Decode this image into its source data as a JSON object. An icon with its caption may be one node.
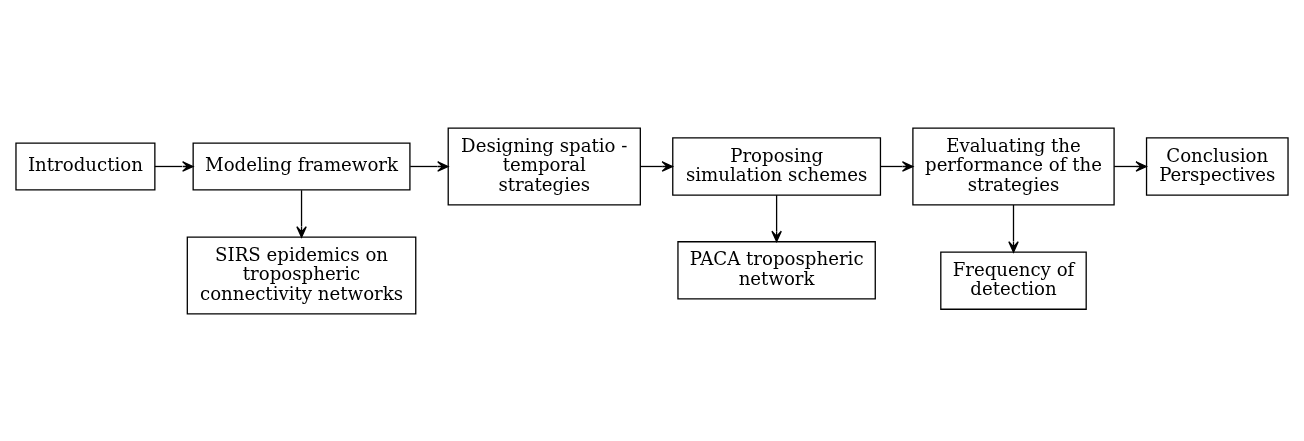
{
  "diagram": {
    "nodes": [
      {
        "text": [
          "Introduction"
        ]
      },
      {
        "text": [
          "Modeling framework"
        ]
      },
      {
        "text": [
          "Designing spatio - temporal strategies"
        ]
      },
      {
        "text": [
          "Proposing simulation schemes"
        ]
      },
      {
        "text": [
          "PACA tropospheric network"
        ]
      },
      {
        "text": [
          "Evaluating the performance of the strategies"
        ]
      },
      {
        "text": [
          "Conclusion Perspectives"
        ]
      },
      {
        "text": [
          "SIRS epidemics on tropospheric connectivity networks"
        ]
      },
      {
        "text": [
          "Frequency of detection"
        ]
      }
    ],
    "edges": [
      {
        "from": 0,
        "to": 1,
        "arrow": "to"
      },
      {
        "from": 1,
        "to": 2,
        "arrow": "to"
      },
      {
        "from": 2,
        "to": 3,
        "arrow": "to"
      },
      {
        "from": 3,
        "to": 5,
        "arrow": "to"
      },
      {
        "from": 5,
        "to": 6,
        "arrow": "to"
      },
      {
        "from": 1,
        "to": 7,
        "arrow": "to"
      },
      {
        "from": 3,
        "to": 4,
        "arrow": "to"
      },
      {
        "from": 5,
        "to": 8,
        "arrow": "to"
      }
    ]
  }
}
